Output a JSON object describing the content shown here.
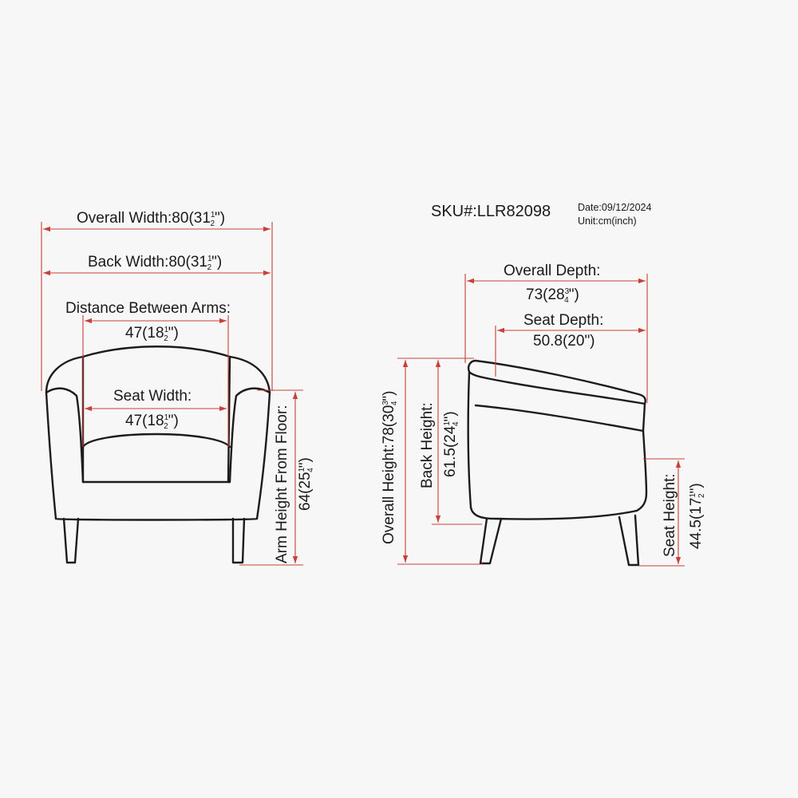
{
  "header": {
    "sku": "SKU#:LLR82098",
    "date": "Date:09/12/2024",
    "unit": "Unit:cm(inch)"
  },
  "front": {
    "overall_width": {
      "label": "Overall Width:80(31",
      "num": "1",
      "den": "2",
      "close": "\")"
    },
    "back_width": {
      "label": "Back Width:80(31",
      "num": "1",
      "den": "2",
      "close": "\")"
    },
    "between_arms_title": "Distance Between Arms:",
    "between_arms": {
      "label": "47(18",
      "num": "1",
      "den": "2",
      "close": "\")"
    },
    "seat_width_title": "Seat Width:",
    "seat_width": {
      "label": "47(18",
      "num": "1",
      "den": "2",
      "close": "\")"
    },
    "arm_height_title": "Arm Height From Floor:",
    "arm_height": {
      "label": "64(25",
      "num": "1",
      "den": "4",
      "close": "\")"
    }
  },
  "side": {
    "overall_depth_title": "Overall Depth:",
    "overall_depth": {
      "label": "73(28",
      "num": "3",
      "den": "4",
      "close": "\")"
    },
    "seat_depth_title": "Seat Depth:",
    "seat_depth": "50.8(20\")",
    "overall_height": {
      "label": "Overall Height:78(30",
      "num": "3",
      "den": "4",
      "close": "\")"
    },
    "back_height_title": "Back Height:",
    "back_height": {
      "label": "61.5(24",
      "num": "1",
      "den": "4",
      "close": "\")"
    },
    "seat_height_title": "Seat Height:",
    "seat_height": {
      "label": "44.5(17",
      "num": "1",
      "den": "2",
      "close": "\")"
    }
  },
  "colors": {
    "dimension": "#c9403a",
    "outline": "#1c1c1c",
    "background": "#f7f7f7"
  }
}
